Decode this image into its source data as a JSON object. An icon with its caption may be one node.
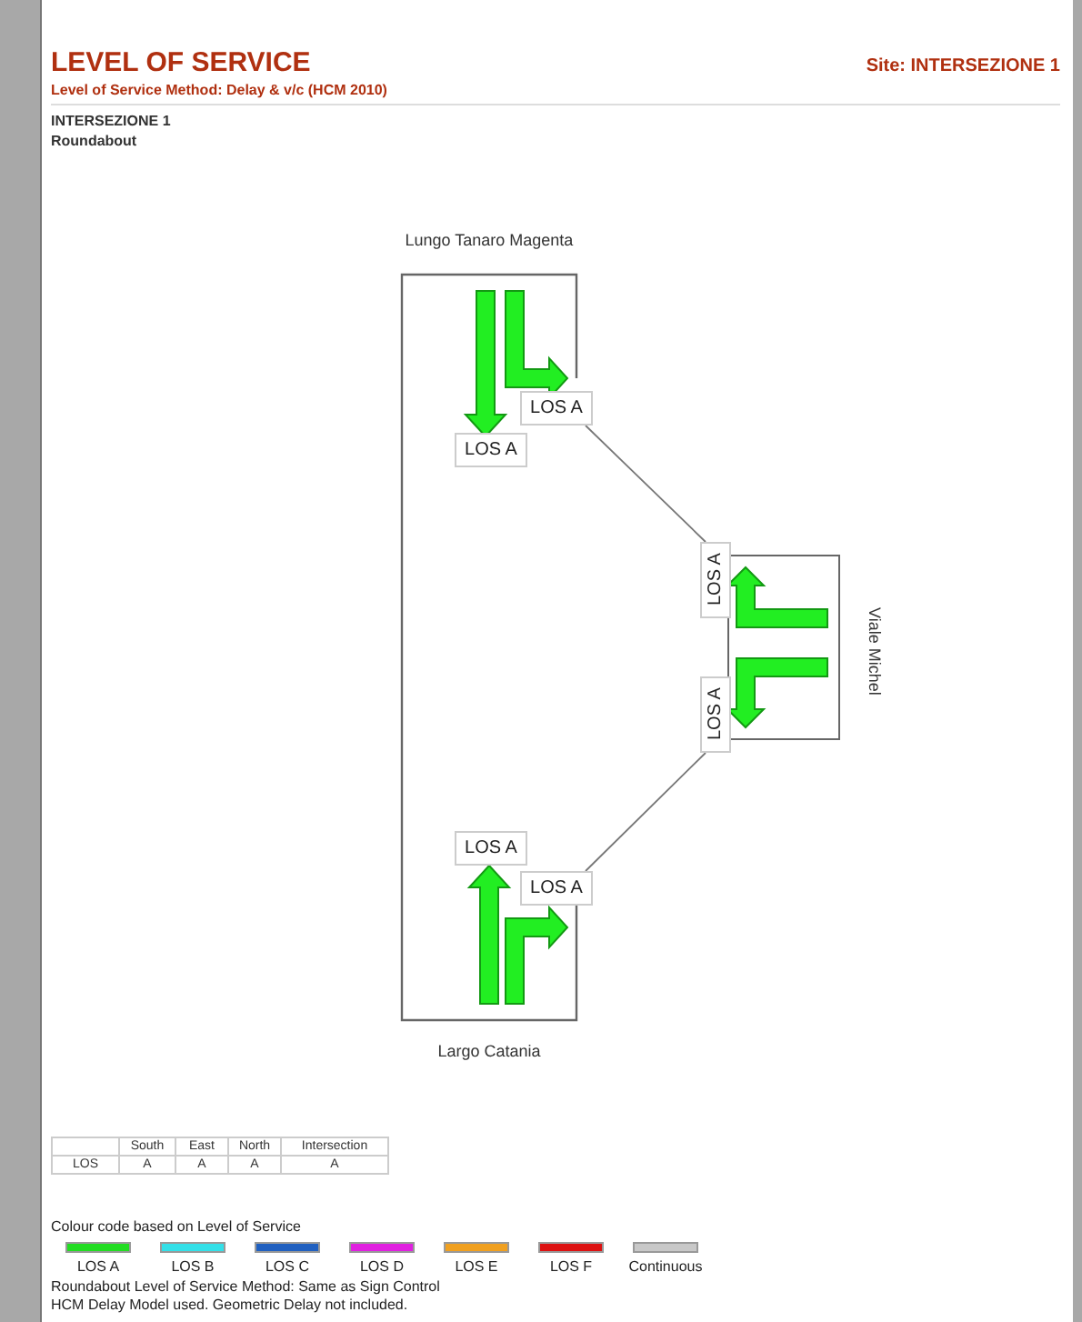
{
  "diagram": {
    "title": "LEVEL OF SERVICE",
    "nodes": [
      {
        "text": [
          "Lungo Tanaro Magenta"
        ]
      },
      {
        "text": [
          "LOS A"
        ],
        "in": 0
      },
      {
        "text": [
          "LOS A"
        ],
        "in": 0
      },
      {
        "text": [
          "Viale Michel"
        ]
      },
      {
        "text": [
          "LOS A"
        ]
      },
      {
        "text": [
          "LOS A"
        ]
      },
      {
        "text": [
          "Largo Catania"
        ]
      },
      {
        "text": [
          "LOS A"
        ],
        "in": 6
      },
      {
        "text": [
          "LOS A"
        ],
        "in": 6
      }
    ],
    "edges": [
      {
        "from": 2,
        "to": 4,
        "arrow": "none"
      },
      {
        "from": 5,
        "to": 8,
        "arrow": "none"
      }
    ],
    "labels": [
      "Site: INTERSEZIONE 1",
      "Level of Service Method: Delay & v/c (HCM 2010)",
      "INTERSEZIONE 1",
      "Roundabout",
      "South",
      "East",
      "North",
      "Intersection",
      "LOS",
      "A",
      "A",
      "A",
      "A",
      "Colour code based on Level of Service",
      "Roundabout Level of Service Method: Same as Sign Control",
      "HCM Delay Model used. Geometric Delay not included."
    ],
    "legend": [
      {
        "text": "LOS A",
        "color": "#22dd22"
      },
      {
        "text": "LOS B",
        "color": "#33e0e8"
      },
      {
        "text": "LOS C",
        "color": "#2060c0"
      },
      {
        "text": "LOS D",
        "color": "#e020e0"
      },
      {
        "text": "LOS E",
        "color": "#f0a020"
      },
      {
        "text": "LOS F",
        "color": "#dd1111"
      },
      {
        "text": "Continuous",
        "color": "#c8c8c8"
      }
    ]
  }
}
